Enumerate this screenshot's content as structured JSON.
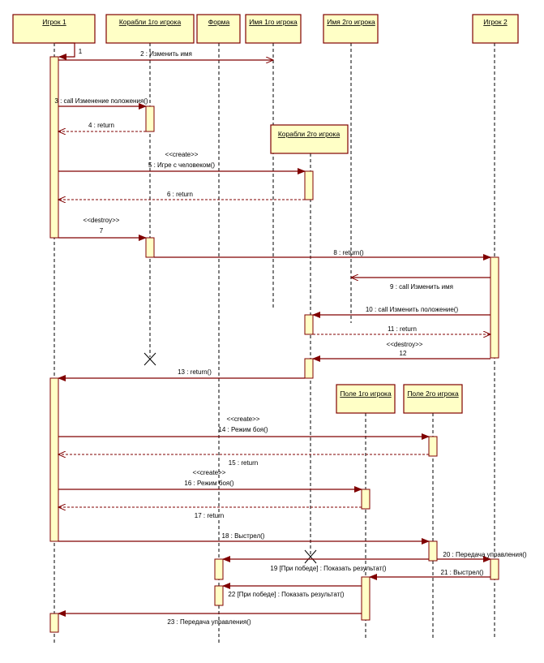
{
  "colors": {
    "line": "#800000",
    "fill": "#ffffc6"
  },
  "lifelines": {
    "player1": "Игрок 1",
    "ships1": "Корабли 1го игрока",
    "form": "Форма",
    "name1": "Имя 1го игрока",
    "name2": "Имя 2го игрока",
    "player2": "Игрок 2",
    "ships2": "Корабли 2го игрока",
    "field1": "Поле 1го игрока",
    "field2": "Поле 2го игрока"
  },
  "messages": {
    "m1": "1",
    "m2": "2 : Изменить имя",
    "m3": "3 : call Изменение положения()",
    "m4": "4 : return",
    "m5_stereo": "<<create>>",
    "m5": "5 : Игре с человеком()",
    "m6": "6 : return",
    "m7_stereo": "<<destroy>>",
    "m7": "7",
    "m8": "8 : return()",
    "m9": "9 : call Изменить имя",
    "m10": "10 : call Изменить положение()",
    "m11": "11 : return",
    "m12_stereo": "<<destroy>>",
    "m12": "12",
    "m13": "13 : return()",
    "m14_stereo": "<<create>>",
    "m14": "14 : Режим боя()",
    "m15": "15 : return",
    "m16_stereo": "<<create>>",
    "m16": "16 : Режим боя()",
    "m17": "17 : return",
    "m18": "18 : Выстрел()",
    "m19": "19 [При победе] : Показать результат()",
    "m20": "20 : Передача управления()",
    "m21": "21 : Выстрел()",
    "m22": "22 [При победе] : Показать результат()",
    "m23": "23 : Передача управления()"
  }
}
